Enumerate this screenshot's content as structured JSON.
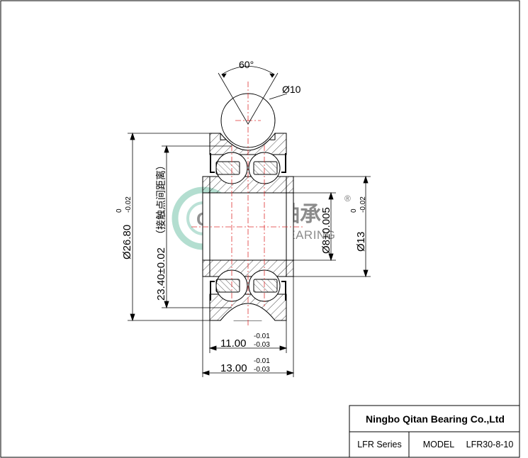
{
  "drawing": {
    "angle_label": "60°",
    "ball_diameter_label": "Ø10",
    "outer_diameter": {
      "value": "Ø26.80",
      "tol_upper": "0",
      "tol_lower": "-0.02"
    },
    "contact_distance": {
      "value": "23.40±0.02",
      "note": "（接触点间距离）"
    },
    "bore_diameter": {
      "value": "Ø8±0.005"
    },
    "shoulder_diameter": {
      "value": "Ø13",
      "tol_upper": "0",
      "tol_lower": "-0.02"
    },
    "inner_width": {
      "value": "11.00",
      "tol_upper": "-0.01",
      "tol_lower": "-0.03"
    },
    "total_width": {
      "value": "13.00",
      "tol_upper": "-0.01",
      "tol_lower": "-0.03"
    },
    "watermark_cn": "奇坦轴承",
    "watermark_en": "QITAN BEARING",
    "watermark_mark": "®",
    "colors": {
      "line": "#000000",
      "center": "#e03030",
      "watermark": "#3aa886"
    }
  },
  "title_block": {
    "company": "Ningbo Qitan Bearing Co.,Ltd",
    "series": "LFR Series",
    "model_label": "MODEL",
    "model_value": "LFR30-8-10"
  }
}
